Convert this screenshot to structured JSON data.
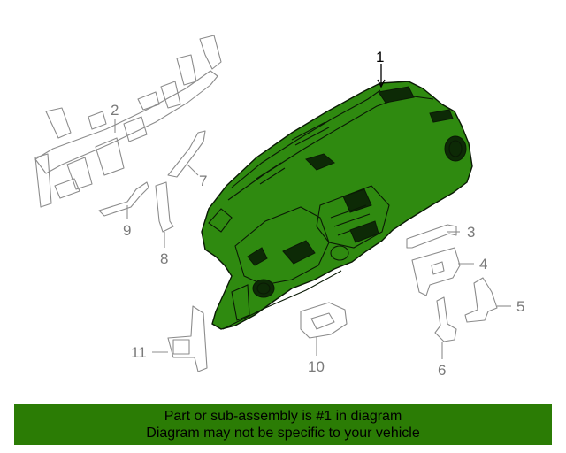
{
  "callouts": {
    "c1": "1",
    "c2": "2",
    "c3": "3",
    "c4": "4",
    "c5": "5",
    "c6": "6",
    "c7": "7",
    "c8": "8",
    "c9": "9",
    "c10": "10",
    "c11": "11"
  },
  "banner": {
    "line1": "Part or sub-assembly is #1 in diagram",
    "line2": "Diagram may not be specific to your vehicle"
  },
  "colors": {
    "highlight_part": "#2f8a10",
    "banner_background": "#2b7c05",
    "outline_parts": "#8c8c8c"
  }
}
